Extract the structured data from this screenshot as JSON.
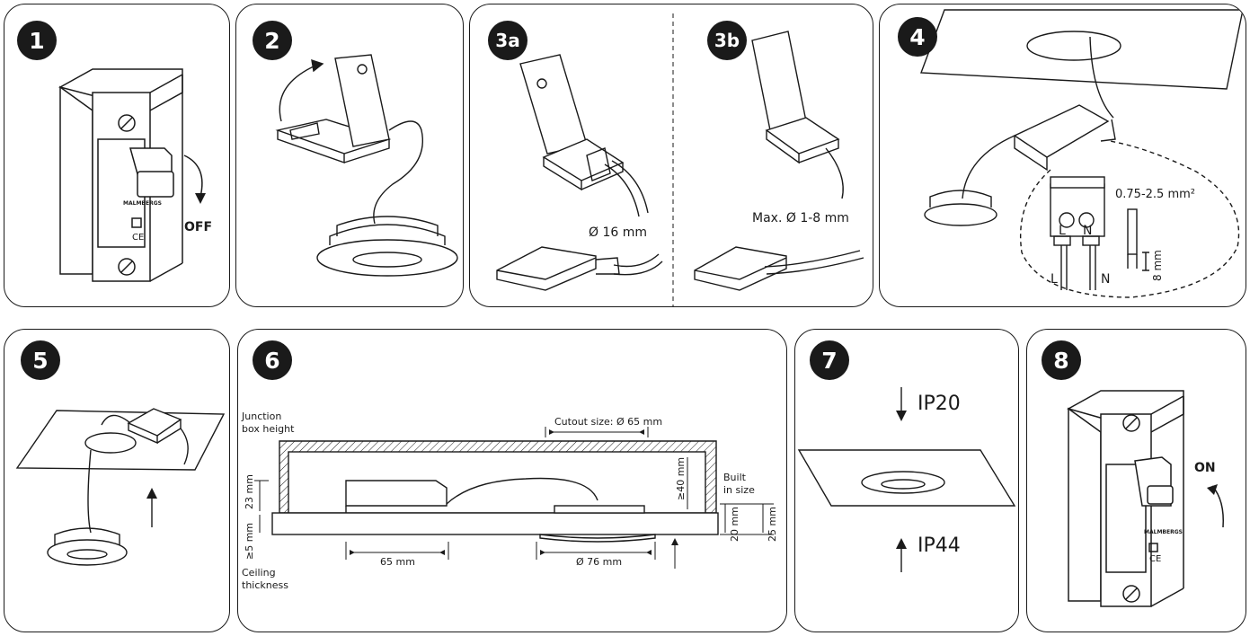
{
  "steps": {
    "s1": "1",
    "s2": "2",
    "s3a": "3a",
    "s3b": "3b",
    "s4": "4",
    "s5": "5",
    "s6": "6",
    "s7": "7",
    "s8": "8"
  },
  "breaker": {
    "brand": "MALMBERGS",
    "marks": "CE",
    "off_label": "OFF",
    "on_label": "ON"
  },
  "panel3": {
    "cable_16": "Ø 16 mm",
    "cable_max": "Max. Ø 1-8 mm"
  },
  "panel4": {
    "wire_section": "0.75-2.5 mm²",
    "strip_length": "8 mm",
    "terminal_l": "L",
    "terminal_n": "N",
    "wire_l": "L",
    "wire_n": "N"
  },
  "panel6": {
    "junction_box_height": [
      "Junction",
      "box height"
    ],
    "cutout": "Cutout size: Ø 65 mm",
    "height_23": "23 mm",
    "height_40": "≥40 mm",
    "built_in": [
      "Built",
      "in size"
    ],
    "built_20": "20 mm",
    "built_25": "25 mm",
    "ceiling_5": "≥5 mm",
    "ceiling_thickness": [
      "Ceiling",
      "thickness"
    ],
    "box_65": "65 mm",
    "diameter_76": "Ø 76 mm"
  },
  "panel7": {
    "ip_top": "IP20",
    "ip_bottom": "IP44"
  }
}
